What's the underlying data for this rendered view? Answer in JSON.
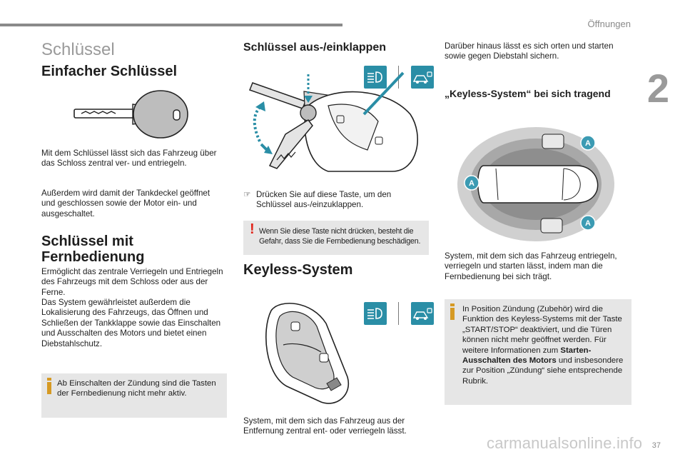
{
  "header": {
    "chapter_title": "Öffnungen",
    "chapter_number": "2",
    "page_title": "Schlüssel"
  },
  "col1": {
    "h_simple": "Einfacher Schlüssel",
    "p_simple_1": "Mit dem Schlüssel lässt sich das Fahrzeug über das Schloss zentral ver- und entriegeln.",
    "p_simple_2": "Außerdem wird damit der Tankdeckel geöffnet und geschlossen sowie der Motor ein- und ausgeschaltet.",
    "h_remote": "Schlüssel mit Fernbedienung",
    "p_remote_1": "Ermöglicht das zentrale Verriegeln und Entriegeln des Fahrzeugs mit dem Schloss oder aus der Ferne.",
    "p_remote_2": "Das System gewährleistet außerdem die Lokalisierung des Fahrzeugs, das Öffnen und Schließen der Tankklappe sowie das Einschalten und Ausschalten des Motors und bietet einen Diebstahlschutz.",
    "info_note": "Ab Einschalten der Zündung sind die Tasten der Fernbedienung nicht mehr aktiv."
  },
  "col2": {
    "h_fold": "Schlüssel aus-/einklappen",
    "bullet_fold": "Drücken Sie auf diese Taste, um den Schlüssel aus-/einzuklappen.",
    "warn_note": "Wenn Sie diese Taste nicht drücken, besteht die Gefahr, dass Sie die Fernbedienung beschädigen.",
    "h_keyless": "Keyless-System",
    "p_keyless": "System, mit dem sich das Fahrzeug aus der Entfernung zentral ent- oder verriegeln lässt."
  },
  "col3": {
    "p_intro": "Darüber hinaus lässt es sich orten und starten sowie gegen Diebstahl sichern.",
    "h_keyless_carry": "„Keyless-System“ bei sich tragend",
    "zone_label": "A",
    "p_system": "System, mit dem sich das Fahrzeug entriegeln, verriegeln und starten lässt, indem man die Fernbedienung bei sich trägt.",
    "info_note_pre": "In Position Zündung (Zubehör) wird die Funktion des Keyless-Systems mit der Taste „START/STOP“ deaktiviert, und die Türen können nicht mehr geöffnet werden. Für weitere Informationen zum ",
    "info_note_bold": "Starten-Ausschalten des Motors",
    "info_note_post": " und insbesondere zur Position „Zündung“ siehe entsprechende Rubrik."
  },
  "footer": {
    "page_number": "37",
    "watermark": "carmanualsonline.info"
  },
  "colors": {
    "accent_grey": "#8a8a8a",
    "note_bg": "#e6e6e6",
    "indicator_teal": "#2a8ea6",
    "zone_badge_teal": "#3c9bb3",
    "warning_red": "#e1261c",
    "info_orange": "#d69a24"
  }
}
